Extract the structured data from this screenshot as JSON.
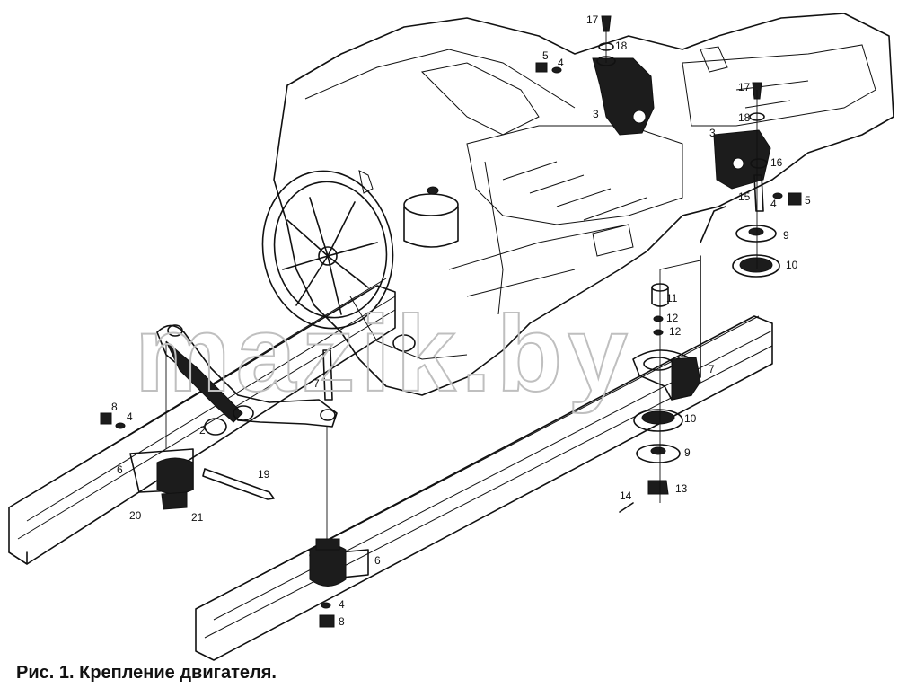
{
  "figure": {
    "caption": "Рис. 1. Крепление двигателя.",
    "watermark": "mazik.by",
    "callouts": [
      {
        "id": "c17a",
        "text": "17"
      },
      {
        "id": "c18a",
        "text": "18"
      },
      {
        "id": "c5a",
        "text": "5"
      },
      {
        "id": "c4a",
        "text": "4"
      },
      {
        "id": "c3a",
        "text": "3"
      },
      {
        "id": "c17b",
        "text": "17"
      },
      {
        "id": "c18b",
        "text": "18"
      },
      {
        "id": "c3b",
        "text": "3"
      },
      {
        "id": "c16",
        "text": "16"
      },
      {
        "id": "c15",
        "text": "15"
      },
      {
        "id": "c4b",
        "text": "4"
      },
      {
        "id": "c5b",
        "text": "5"
      },
      {
        "id": "c9a",
        "text": "9"
      },
      {
        "id": "c10a",
        "text": "10"
      },
      {
        "id": "c11",
        "text": "11"
      },
      {
        "id": "c12a",
        "text": "12"
      },
      {
        "id": "c12b",
        "text": "12"
      },
      {
        "id": "c7a",
        "text": "7"
      },
      {
        "id": "c10b",
        "text": "10"
      },
      {
        "id": "c9b",
        "text": "9"
      },
      {
        "id": "c13",
        "text": "13"
      },
      {
        "id": "c14",
        "text": "14"
      },
      {
        "id": "c7b",
        "text": "7"
      },
      {
        "id": "c8a",
        "text": "8"
      },
      {
        "id": "c4c",
        "text": "4"
      },
      {
        "id": "c2",
        "text": "2"
      },
      {
        "id": "c6a",
        "text": "6"
      },
      {
        "id": "c19",
        "text": "19"
      },
      {
        "id": "c20",
        "text": "20"
      },
      {
        "id": "c21",
        "text": "21"
      },
      {
        "id": "c6b",
        "text": "6"
      },
      {
        "id": "c4d",
        "text": "4"
      },
      {
        "id": "c8b",
        "text": "8"
      }
    ]
  }
}
